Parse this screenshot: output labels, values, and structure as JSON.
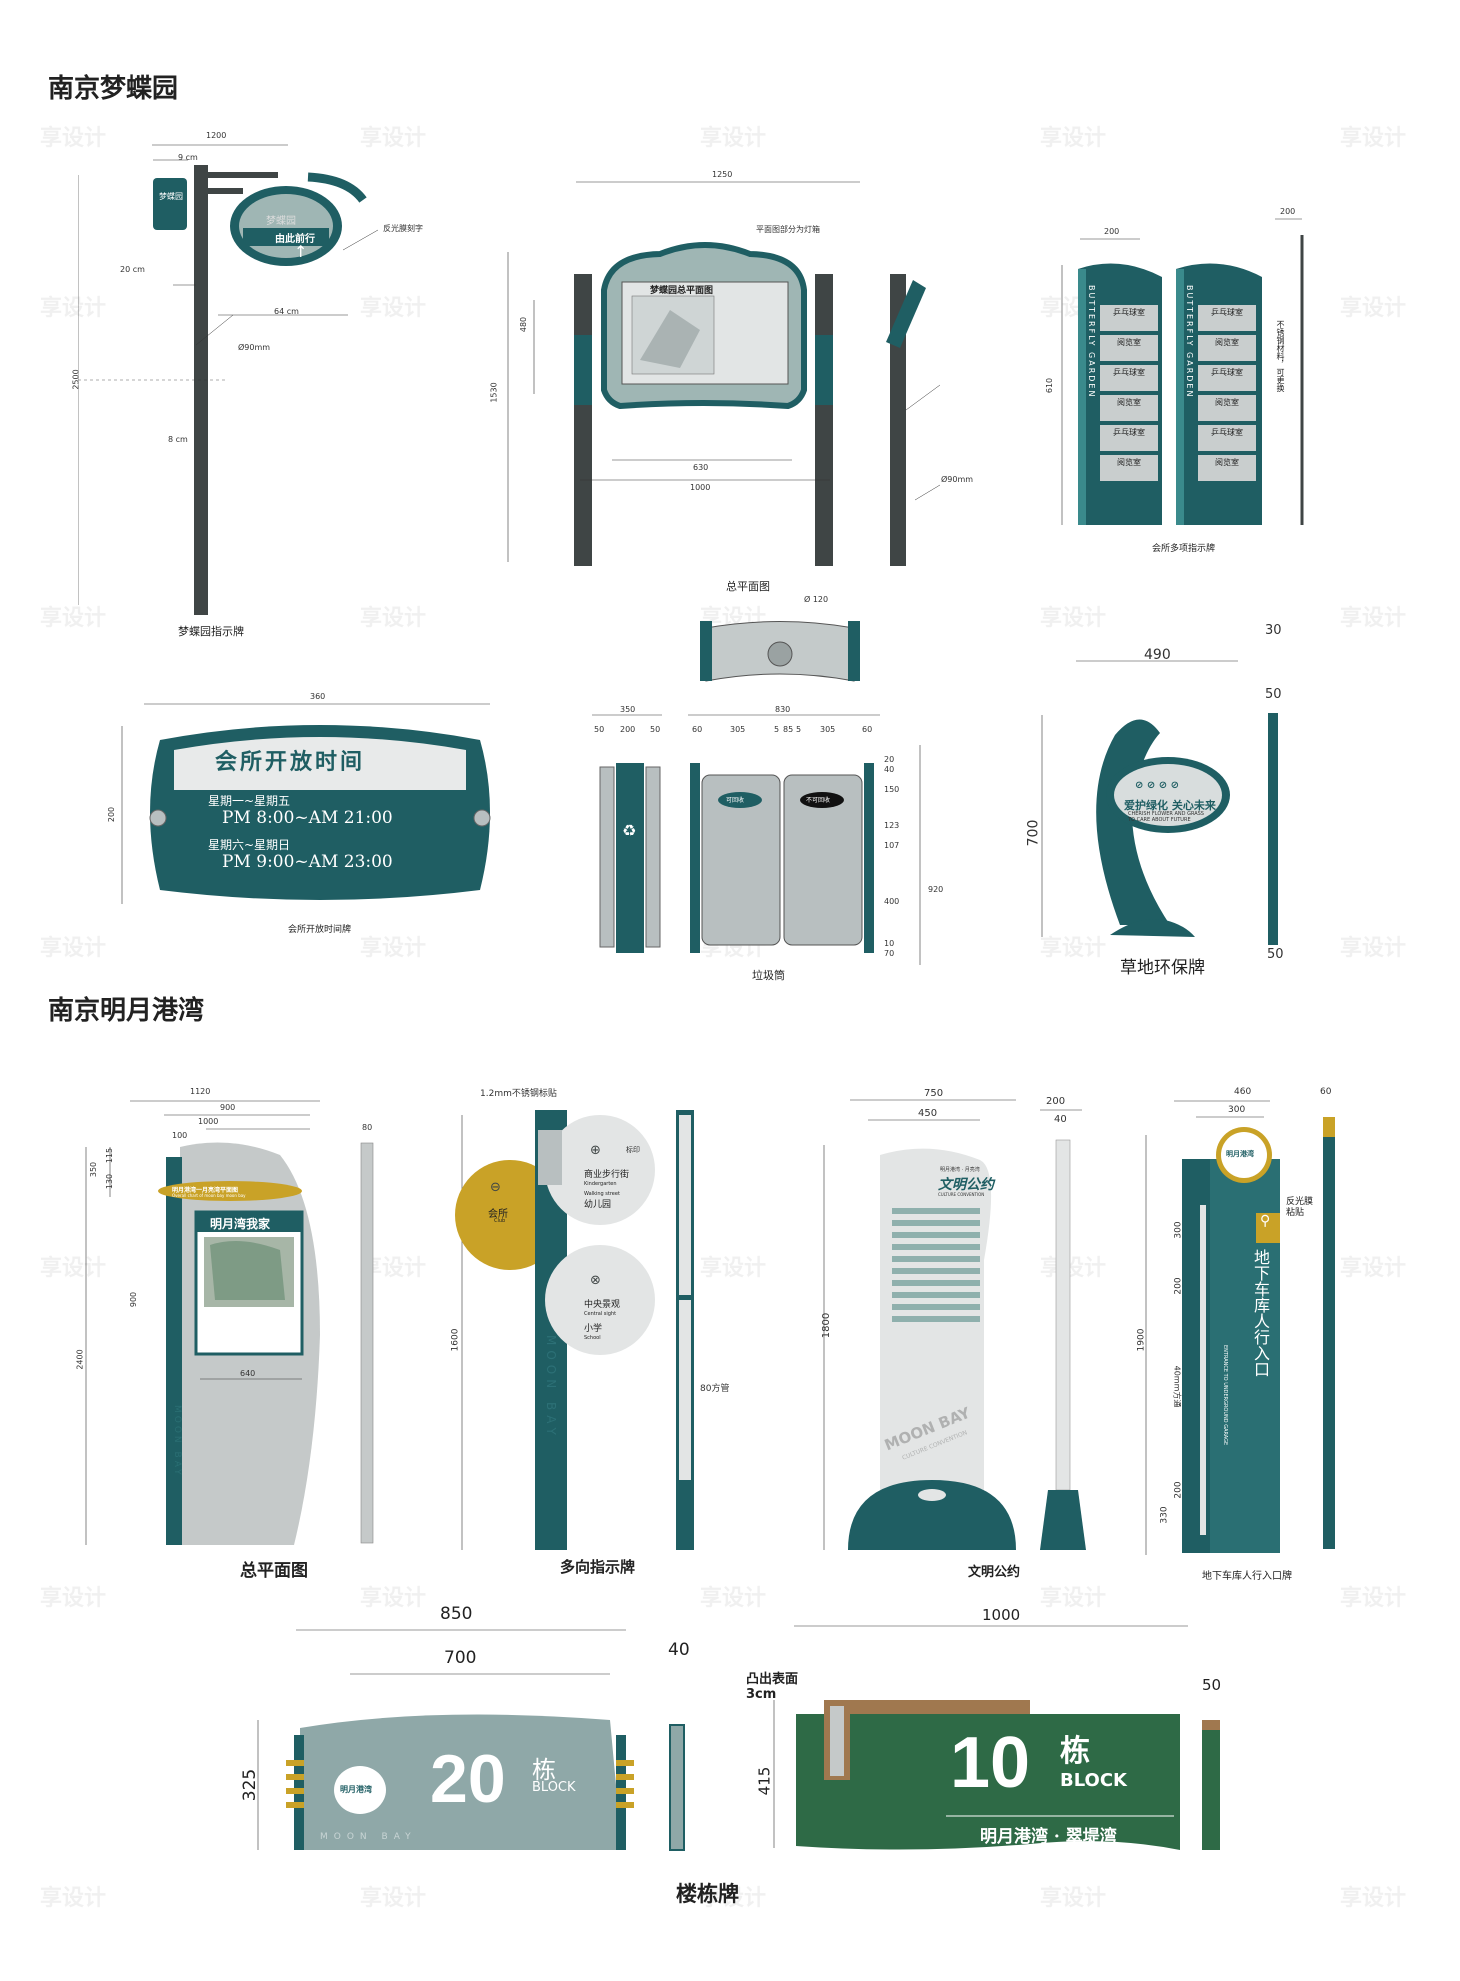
{
  "colors": {
    "teal": "#1f5e63",
    "teal_dark": "#1a4d52",
    "gray_pole": "#3f4545",
    "steel": "#b8bfc0",
    "gold": "#c9a227",
    "green": "#2e6a46",
    "brown": "#a0784f",
    "sign_gray": "#8fa8a8"
  },
  "watermark": "享设计",
  "section1": {
    "title": "南京梦蝶园",
    "pole_sign": {
      "caption": "梦蝶园指示牌",
      "dims": [
        "1200",
        "9 cm",
        "20 cm",
        "64 cm",
        "2500",
        "Ø90mm",
        "8 cm"
      ],
      "note": "反光膜刻字",
      "oval_top": "梦蝶园",
      "oval_text": "由此前行",
      "butterfly_mark": "梦蝶园"
    },
    "map_board": {
      "caption": "总平面图",
      "dims": [
        "1250",
        "1530",
        "480",
        "630",
        "1000",
        "Ø90mm"
      ],
      "note": "平面图部分为灯箱",
      "header": "梦蝶园总平面图"
    },
    "directory": {
      "caption": "会所多项指示牌",
      "dims": [
        "200",
        "610",
        "200"
      ],
      "side_note": "不锈钢材料，可更换",
      "vertical_text": "BUTTERFLY GARDEN",
      "rows": [
        "乒乓球室",
        "阅览室",
        "乒乓球室",
        "阅览室",
        "乒乓球室",
        "阅览室"
      ]
    },
    "hours_board": {
      "caption": "会所开放时间牌",
      "dims": [
        "360",
        "200"
      ],
      "title": "会所开放时间",
      "row1_label": "星期一~星期五",
      "row1_time": "PM 8:00~AM 21:00",
      "row2_label": "星期六~星期日",
      "row2_time": "PM 9:00~AM 23:00"
    },
    "trash_bin": {
      "caption": "垃圾筒",
      "top_dim": "Ø 120",
      "dims_a": [
        "350",
        "50",
        "200",
        "50"
      ],
      "dims_b": [
        "830",
        "60",
        "305",
        "5",
        "85",
        "5",
        "305",
        "60"
      ],
      "dims_v": [
        "20",
        "40",
        "150",
        "123",
        "107",
        "400",
        "10",
        "70",
        "920"
      ],
      "label_left": "可回收",
      "label_right": "不可回收"
    },
    "eco_sign": {
      "caption": "草地环保牌",
      "dims": [
        "490",
        "30",
        "50",
        "700",
        "50"
      ],
      "title": "爱护绿化 关心未来",
      "sub1": "CHERISH FLOWER AND GRASS",
      "sub2": "TO CARE ABOUT FUTURE"
    }
  },
  "section2": {
    "title": "南京明月港湾",
    "plan_board": {
      "caption": "总平面图",
      "dims": [
        "1120",
        "900",
        "1000",
        "100",
        "80",
        "350",
        "115",
        "130",
        "900",
        "640",
        "2400"
      ],
      "banner": "明月港湾一月亮湾平面图",
      "banner_sub": "Overall chart of moon bay moon bay",
      "header": "明月湾我家",
      "vertical": "MOON BAY"
    },
    "multi_sign": {
      "caption": "多向指示牌",
      "dims": [
        "1.2mm不锈钢标贴",
        "1600",
        "80方管"
      ],
      "note": "标印",
      "club": "会所",
      "club_en": "Club",
      "commerce": "商业步行街",
      "commerce_en": "Walking street",
      "kindergarten": "幼儿园",
      "kindergarten_en": "Kindergarten",
      "landscape": "中央景观",
      "landscape_en": "Central sight",
      "school": "小学",
      "school_en": "School",
      "vertical": "MOON BAY"
    },
    "culture_sign": {
      "caption": "文明公约",
      "dims": [
        "750",
        "450",
        "200",
        "40",
        "1800"
      ],
      "header_small": "明月港湾 · 月亮湾",
      "header": "文明公约",
      "header_en": "CULTURE CONVENTION",
      "watermark": "MOON BAY",
      "watermark_sub": "CULTURE CONVENTION"
    },
    "garage_sign": {
      "caption": "地下车库人行入口牌",
      "dims": [
        "460",
        "300",
        "60",
        "300",
        "200",
        "1900",
        "40mm方通",
        "330",
        "200"
      ],
      "note": "反光膜粘贴",
      "title": "地下车库人行入口",
      "title_en": "ENTRANCE TO UNDERGROUND GARAGE",
      "logo_text": "明月港湾"
    },
    "building_signs": {
      "caption": "楼栋牌",
      "left": {
        "dims": [
          "850",
          "700",
          "40",
          "325"
        ],
        "number": "20",
        "unit": "栋",
        "unit_en": "BLOCK",
        "logo": "明月港湾",
        "footer": "MOON BAY"
      },
      "right": {
        "dims": [
          "1000",
          "50",
          "415"
        ],
        "note": "凸出表面3cm",
        "number": "10",
        "unit": "栋",
        "unit_en": "BLOCK",
        "footer": "明月港湾 · 翠堤湾"
      }
    }
  }
}
